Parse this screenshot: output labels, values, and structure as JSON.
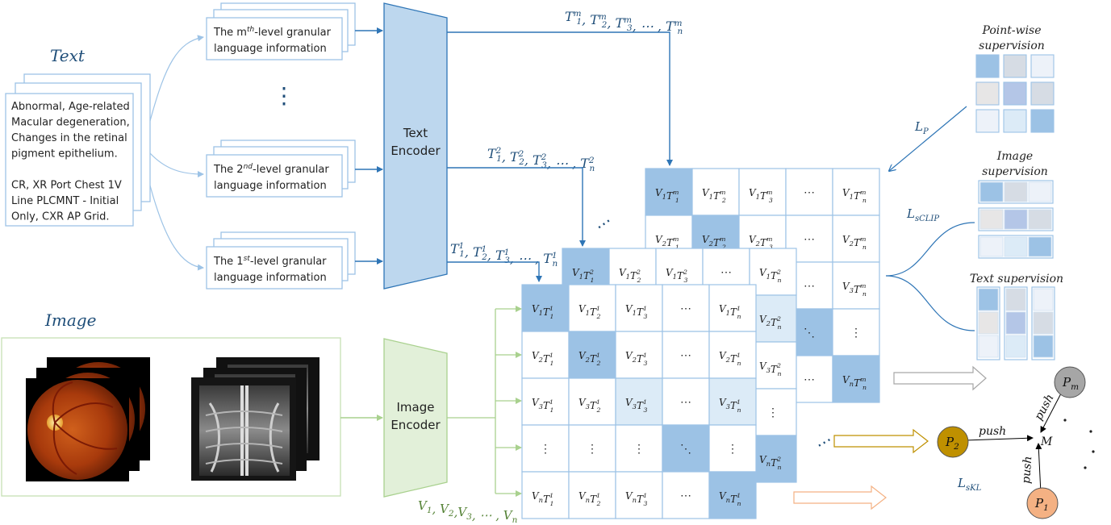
{
  "text_section": {
    "title": "Text",
    "report_lines": [
      "Abnormal, Age-related",
      "Macular degeneration,",
      "Changes in the retinal",
      "pigment epithelium.",
      "",
      "CR, XR Port Chest 1V",
      "Line PLCMNT - Initial",
      "Only, CXR AP Grid."
    ]
  },
  "image_section": {
    "title": "Image"
  },
  "granular_boxes": [
    {
      "line1_pre": "The m",
      "line1_sup": "th",
      "line1_post": "-level granular",
      "line2": "language information"
    },
    {
      "line1_pre": "The 2",
      "line1_sup": "nd",
      "line1_post": "-level granular",
      "line2": "language information"
    },
    {
      "line1_pre": "The 1",
      "line1_sup": "st",
      "line1_post": "-level granular",
      "line2": "language information"
    }
  ],
  "text_encoder": {
    "line1": "Text",
    "line2": "Encoder"
  },
  "image_encoder": {
    "line1": "Image",
    "line2": "Encoder"
  },
  "text_embeddings": [
    {
      "sup": "m",
      "color": "#1f4e79"
    },
    {
      "sup": "2",
      "color": "#1f4e79"
    },
    {
      "sup": "1",
      "color": "#1f4e79"
    }
  ],
  "image_embeddings_label": {
    "color": "#548235"
  },
  "matrices": [
    {
      "level": "m",
      "rows": [
        "V1",
        "V2",
        "V3",
        "dots",
        "Vn"
      ],
      "cols": [
        "T1",
        "T2",
        "T3",
        "dots",
        "Tn"
      ]
    },
    {
      "level": "2"
    },
    {
      "level": "1"
    }
  ],
  "supervision": {
    "point": {
      "line1": "Point-wise",
      "line2": "supervision"
    },
    "image": {
      "line1": "Image",
      "line2": "supervision"
    },
    "text": {
      "line1": "Text supervision"
    }
  },
  "losses": {
    "lp": {
      "main": "L",
      "sub": "P"
    },
    "lsclip": {
      "main": "L",
      "sub": "sCLIP"
    },
    "lskl": {
      "main": "L",
      "sub": "sKL"
    }
  },
  "nodes": [
    {
      "main": "P",
      "sub": "m",
      "color": "#a6a6a6"
    },
    {
      "main": "P",
      "sub": "2",
      "color": "#bf9000"
    },
    {
      "main": "P",
      "sub": "1",
      "color": "#f4b183"
    }
  ],
  "center_label": "M",
  "push_label": "push",
  "colors": {
    "blue_line": "#2e75b6",
    "green_line": "#a9d18e",
    "cell_border": "#9dc3e6",
    "cell_dark": "#9cc2e5",
    "cell_light": "#dcebf7",
    "encoder_blue": "#bdd7ee",
    "encoder_green": "#e2f0d9"
  }
}
